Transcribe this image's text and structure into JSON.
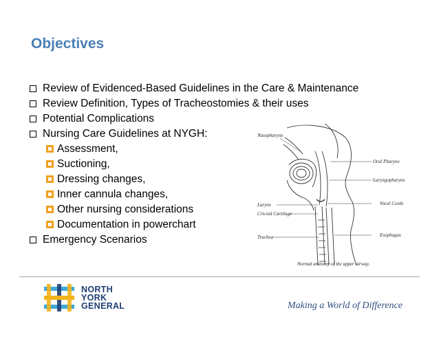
{
  "slide": {
    "title": "Objectives",
    "bullets": [
      "Review of Evidenced-Based Guidelines in the Care & Maintenance",
      "Review Definition, Types of Tracheostomies & their uses",
      "Potential Complications",
      "Nursing Care Guidelines at NYGH:"
    ],
    "sub_bullets": [
      "Assessment,",
      "Suctioning,",
      "Dressing changes,",
      "Inner cannula changes,",
      "Other nursing considerations",
      "Documentation in powerchart"
    ],
    "last_bullet": "Emergency Scenarios"
  },
  "diagram": {
    "labels": {
      "nasopharynx": "Nasopharynx",
      "oral_pharynx": "Oral Pharynx",
      "laryngopharynx": "Laryngopharynx",
      "larynx": "Larynx",
      "cricoid": "Cricoid Cartilage",
      "vocal_cords": "Vocal Cords",
      "esophagus": "Esophagus",
      "trachea": "Trachea"
    },
    "caption": "Normal anatomy of the upper airway."
  },
  "footer": {
    "logo_line1": "NORTH",
    "logo_line2": "YORK",
    "logo_line3": "GENERAL",
    "tagline": "Making a World of Difference"
  },
  "colors": {
    "title": "#4a7fb5",
    "sub_bullet": "#f0a020",
    "logo_text": "#1f3f73",
    "tagline": "#2f4f80"
  }
}
